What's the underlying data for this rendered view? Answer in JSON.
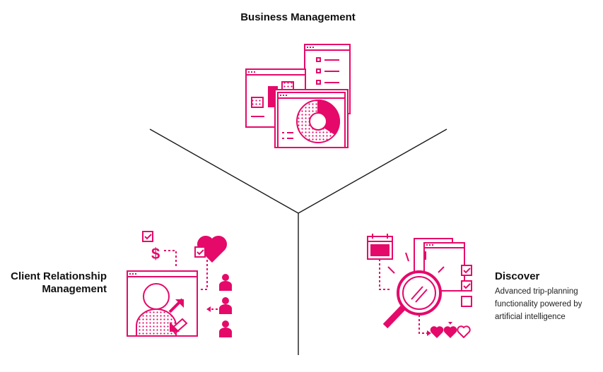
{
  "colors": {
    "accent": "#e5096a",
    "line": "#1a1a1a",
    "text": "#111111"
  },
  "sections": {
    "business": {
      "title": "Business Management",
      "icon": "dashboard-windows-icon"
    },
    "crm": {
      "title_line1": "Client Relationship",
      "title_line2": "Management",
      "icon": "client-profile-icon"
    },
    "discover": {
      "title": "Discover",
      "description_line1": "Advanced trip-planning",
      "description_line2": "functionality powered by",
      "description_line3": "artificial intelligence",
      "icon": "magnifier-search-icon"
    }
  }
}
